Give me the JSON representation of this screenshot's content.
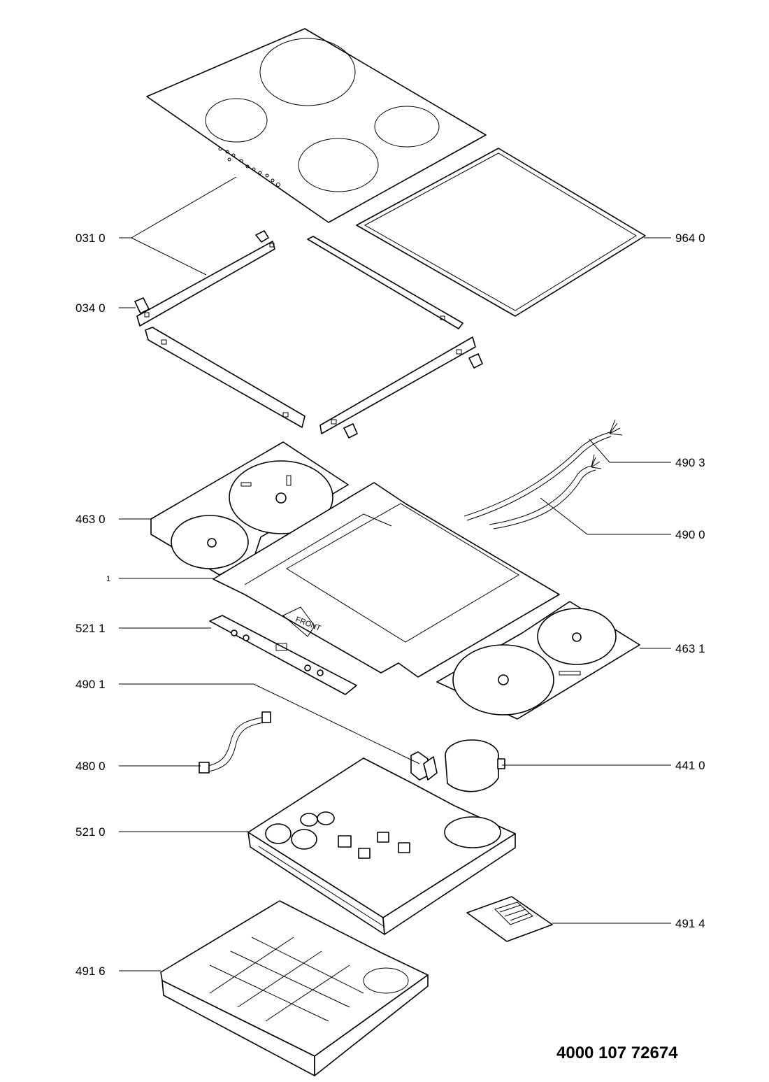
{
  "callouts": {
    "c0310": "031 0",
    "c0340": "034 0",
    "c9640": "964 0",
    "c4903": "490 3",
    "c4630": "463 0",
    "c4900": "490 0",
    "c1": "1",
    "c5211": "521 1",
    "c4631": "463 1",
    "c4901": "490 1",
    "c4800": "480 0",
    "c4410": "441 0",
    "c5210": "521 0",
    "c4914": "491 4",
    "c4916": "491 6"
  },
  "panel_text": "FRONT",
  "document_number": "4000 107 72674"
}
